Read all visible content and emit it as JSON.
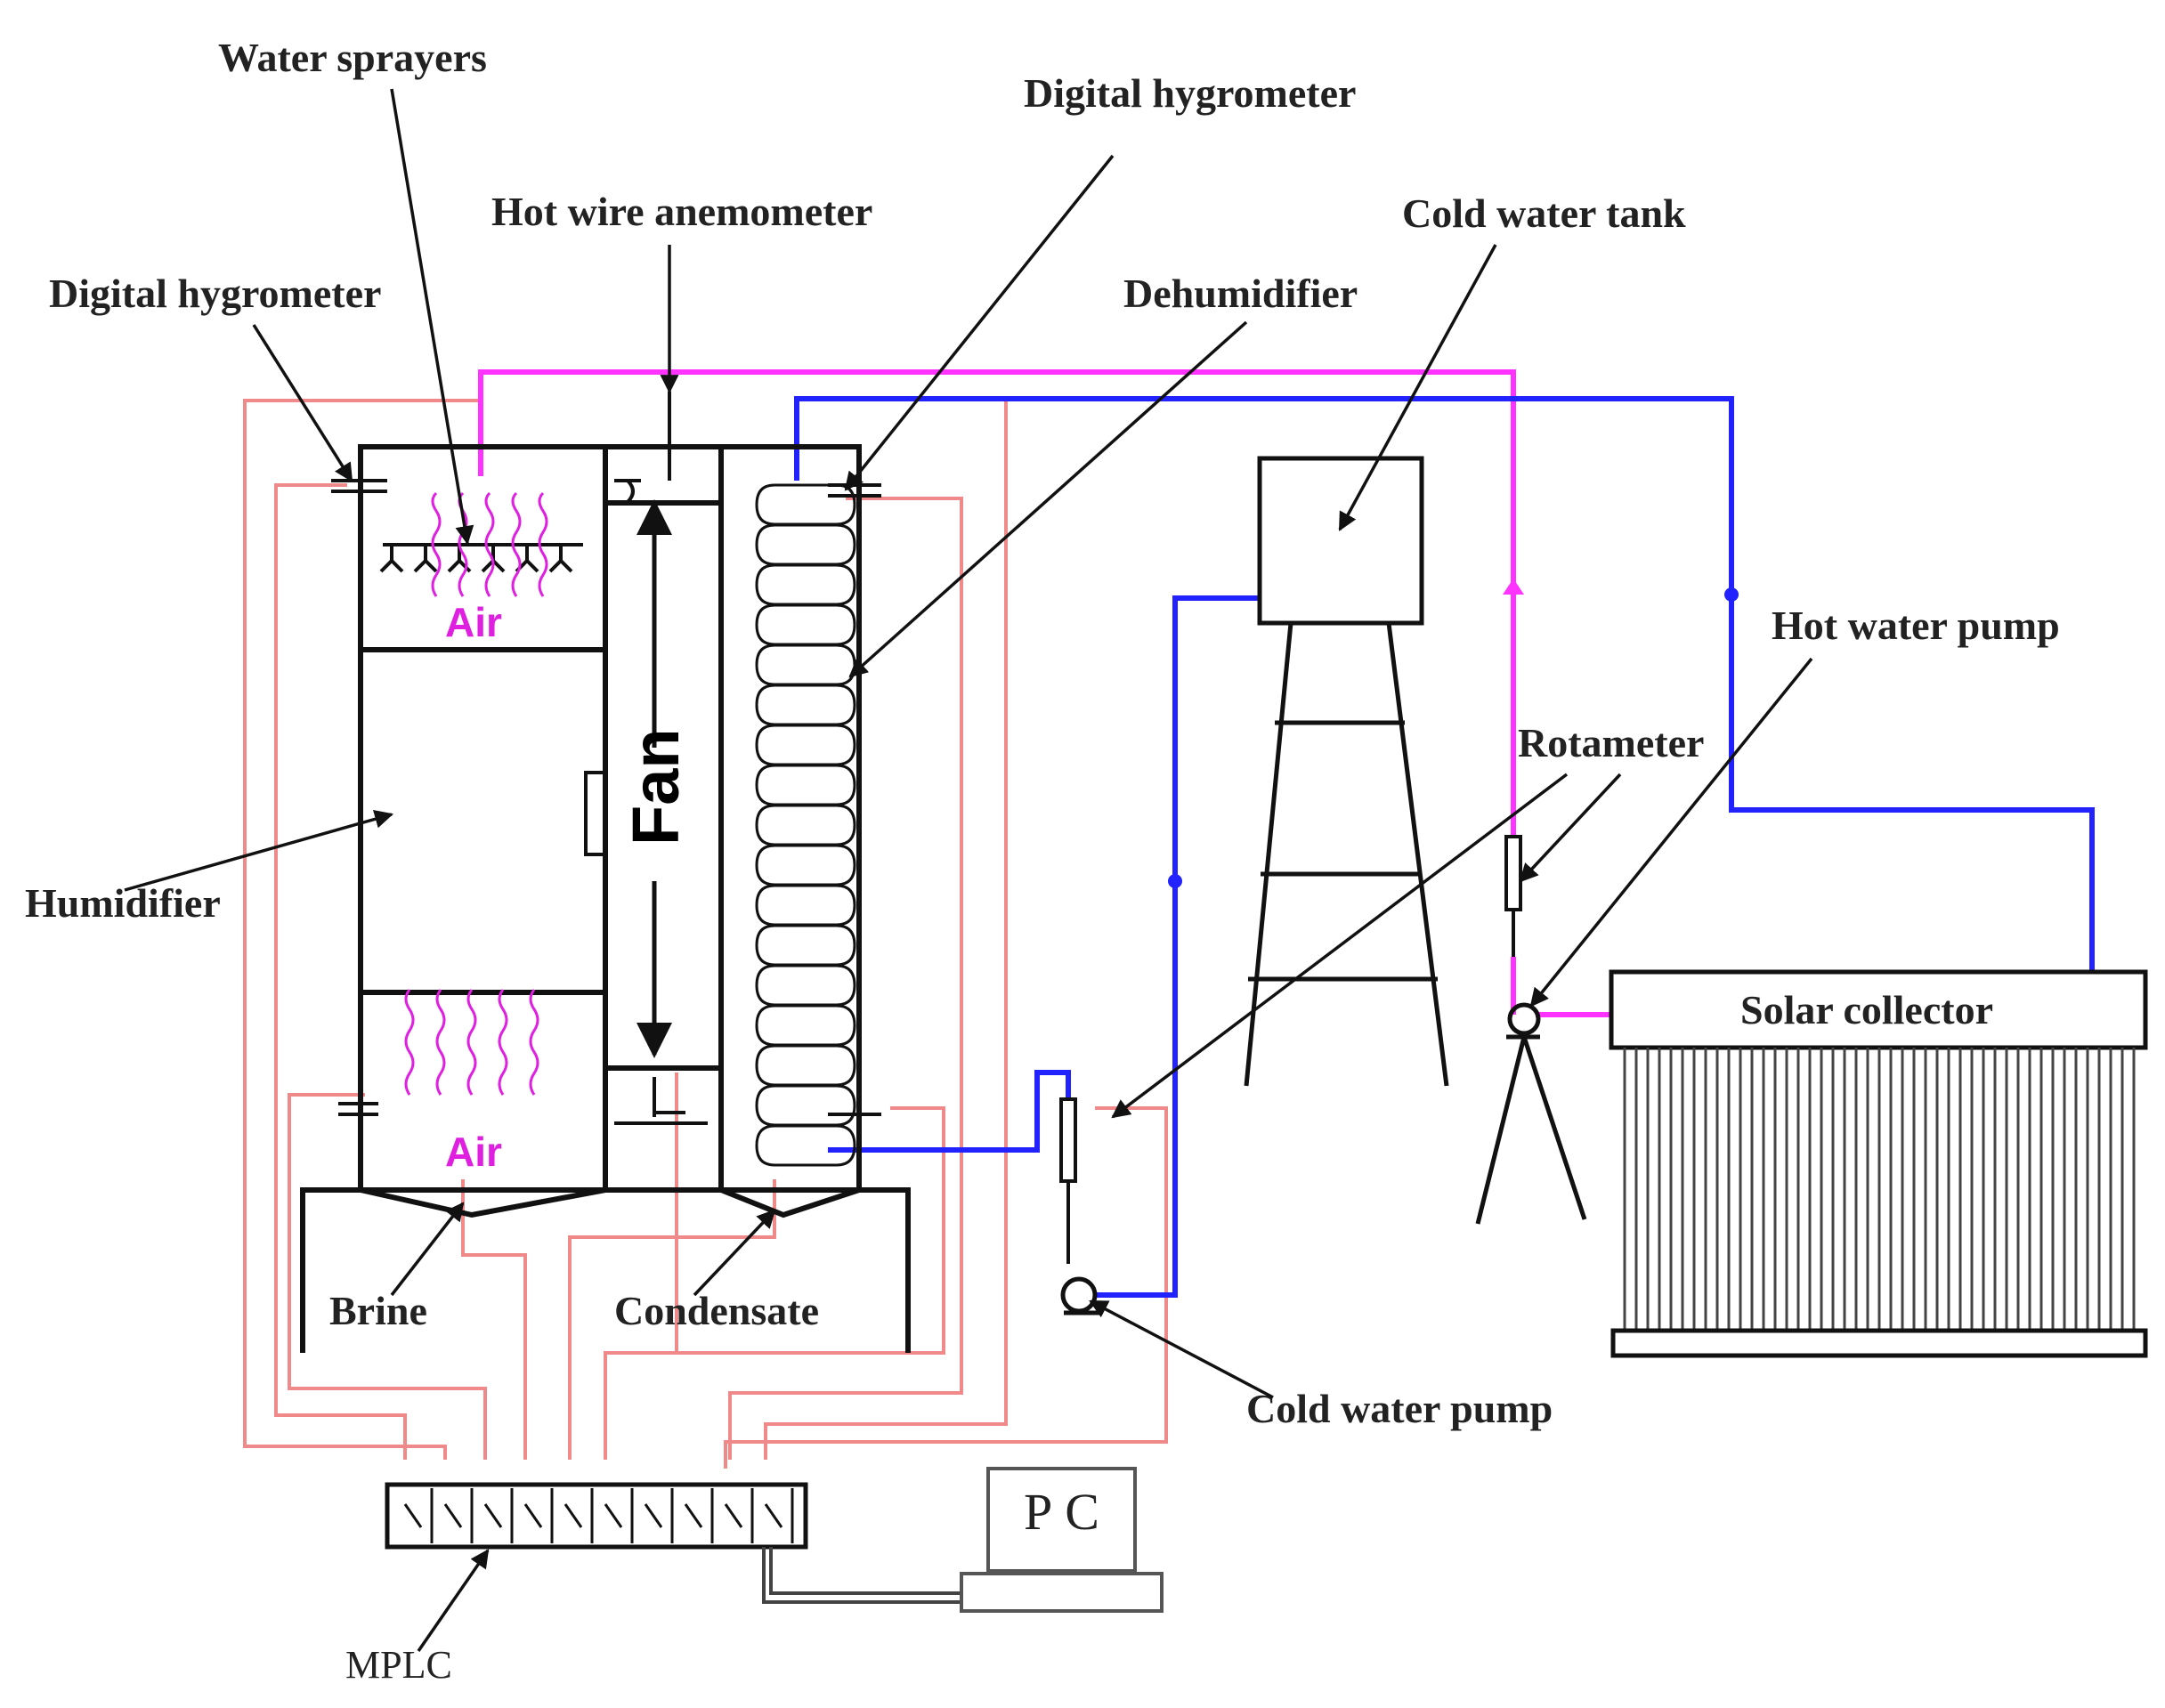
{
  "labels": {
    "water_sprayers": "Water sprayers",
    "digital_hygrometer_right": "Digital hygrometer",
    "hot_wire_anemometer": "Hot wire anemometer",
    "cold_water_tank": "Cold water tank",
    "digital_hygrometer_left": "Digital hygrometer",
    "dehumidifier": "Dehumidifier",
    "hot_water_pump": "Hot water pump",
    "rotameter": "Rotameter",
    "humidifier": "Humidifier",
    "fan": "Fan",
    "air_top": "Air",
    "air_bottom": "Air",
    "solar_collector": "Solar collector",
    "brine": "Brine",
    "condensate": "Condensate",
    "cold_water_pump": "Cold water pump",
    "pc": "PC",
    "mplc": "MPLC"
  },
  "colors": {
    "hot_line": "#ff33ff",
    "cold_line": "#2222ff",
    "sensor_wire": "#f08a8a",
    "outline": "#111111",
    "air_text": "#e020e0"
  }
}
